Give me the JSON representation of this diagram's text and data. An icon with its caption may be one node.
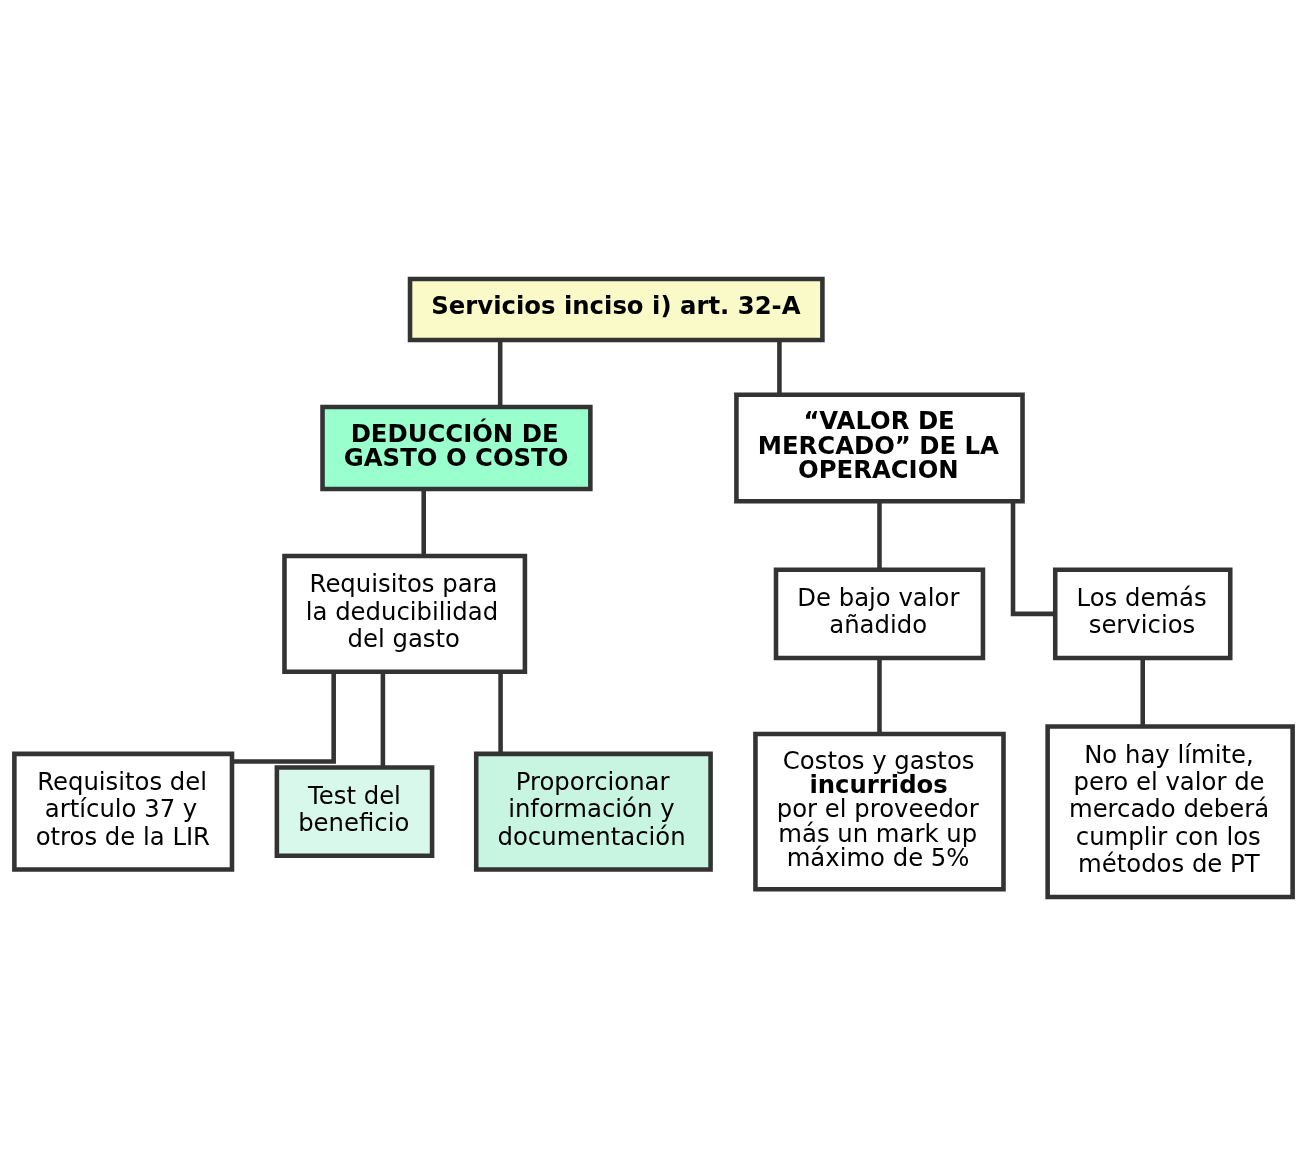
{
  "diagram": {
    "nodes": [
      {
        "text": [
          "Servicios inciso i) art. 32-A"
        ]
      },
      {
        "text": [
          "DEDUCCIÓN DE GASTO O COSTO"
        ]
      },
      {
        "text": [
          "“VALOR DE MERCADO” DE LA OPERACION"
        ]
      },
      {
        "text": [
          "Requisitos para la deducibilidad del gasto"
        ]
      },
      {
        "text": [
          "Requisitos del artículo 37 y otros de la LIR"
        ]
      },
      {
        "text": [
          "Test del beneficio"
        ]
      },
      {
        "text": [
          "Proporcionar información y documentación"
        ]
      },
      {
        "text": [
          "De bajo valor añadido"
        ]
      },
      {
        "text": [
          "Los demás servicios"
        ]
      },
      {
        "text": [
          "Costos y gastos **incurridos** por el proveedor más un mark up máximo de 5%"
        ]
      },
      {
        "text": [
          "No hay límite, pero el valor de mercado deberá cumplir con los métodos de PT"
        ]
      }
    ],
    "edges": [
      {
        "from": 0,
        "to": 1,
        "arrow": "none"
      },
      {
        "from": 0,
        "to": 2,
        "arrow": "none"
      },
      {
        "from": 1,
        "to": 3,
        "arrow": "none"
      },
      {
        "from": 3,
        "to": 4,
        "arrow": "none"
      },
      {
        "from": 3,
        "to": 5,
        "arrow": "none"
      },
      {
        "from": 3,
        "to": 6,
        "arrow": "none"
      },
      {
        "from": 2,
        "to": 7,
        "arrow": "none"
      },
      {
        "from": 2,
        "to": 8,
        "arrow": "none"
      },
      {
        "from": 7,
        "to": 9,
        "arrow": "none"
      },
      {
        "from": 8,
        "to": 10,
        "arrow": "none"
      }
    ]
  }
}
